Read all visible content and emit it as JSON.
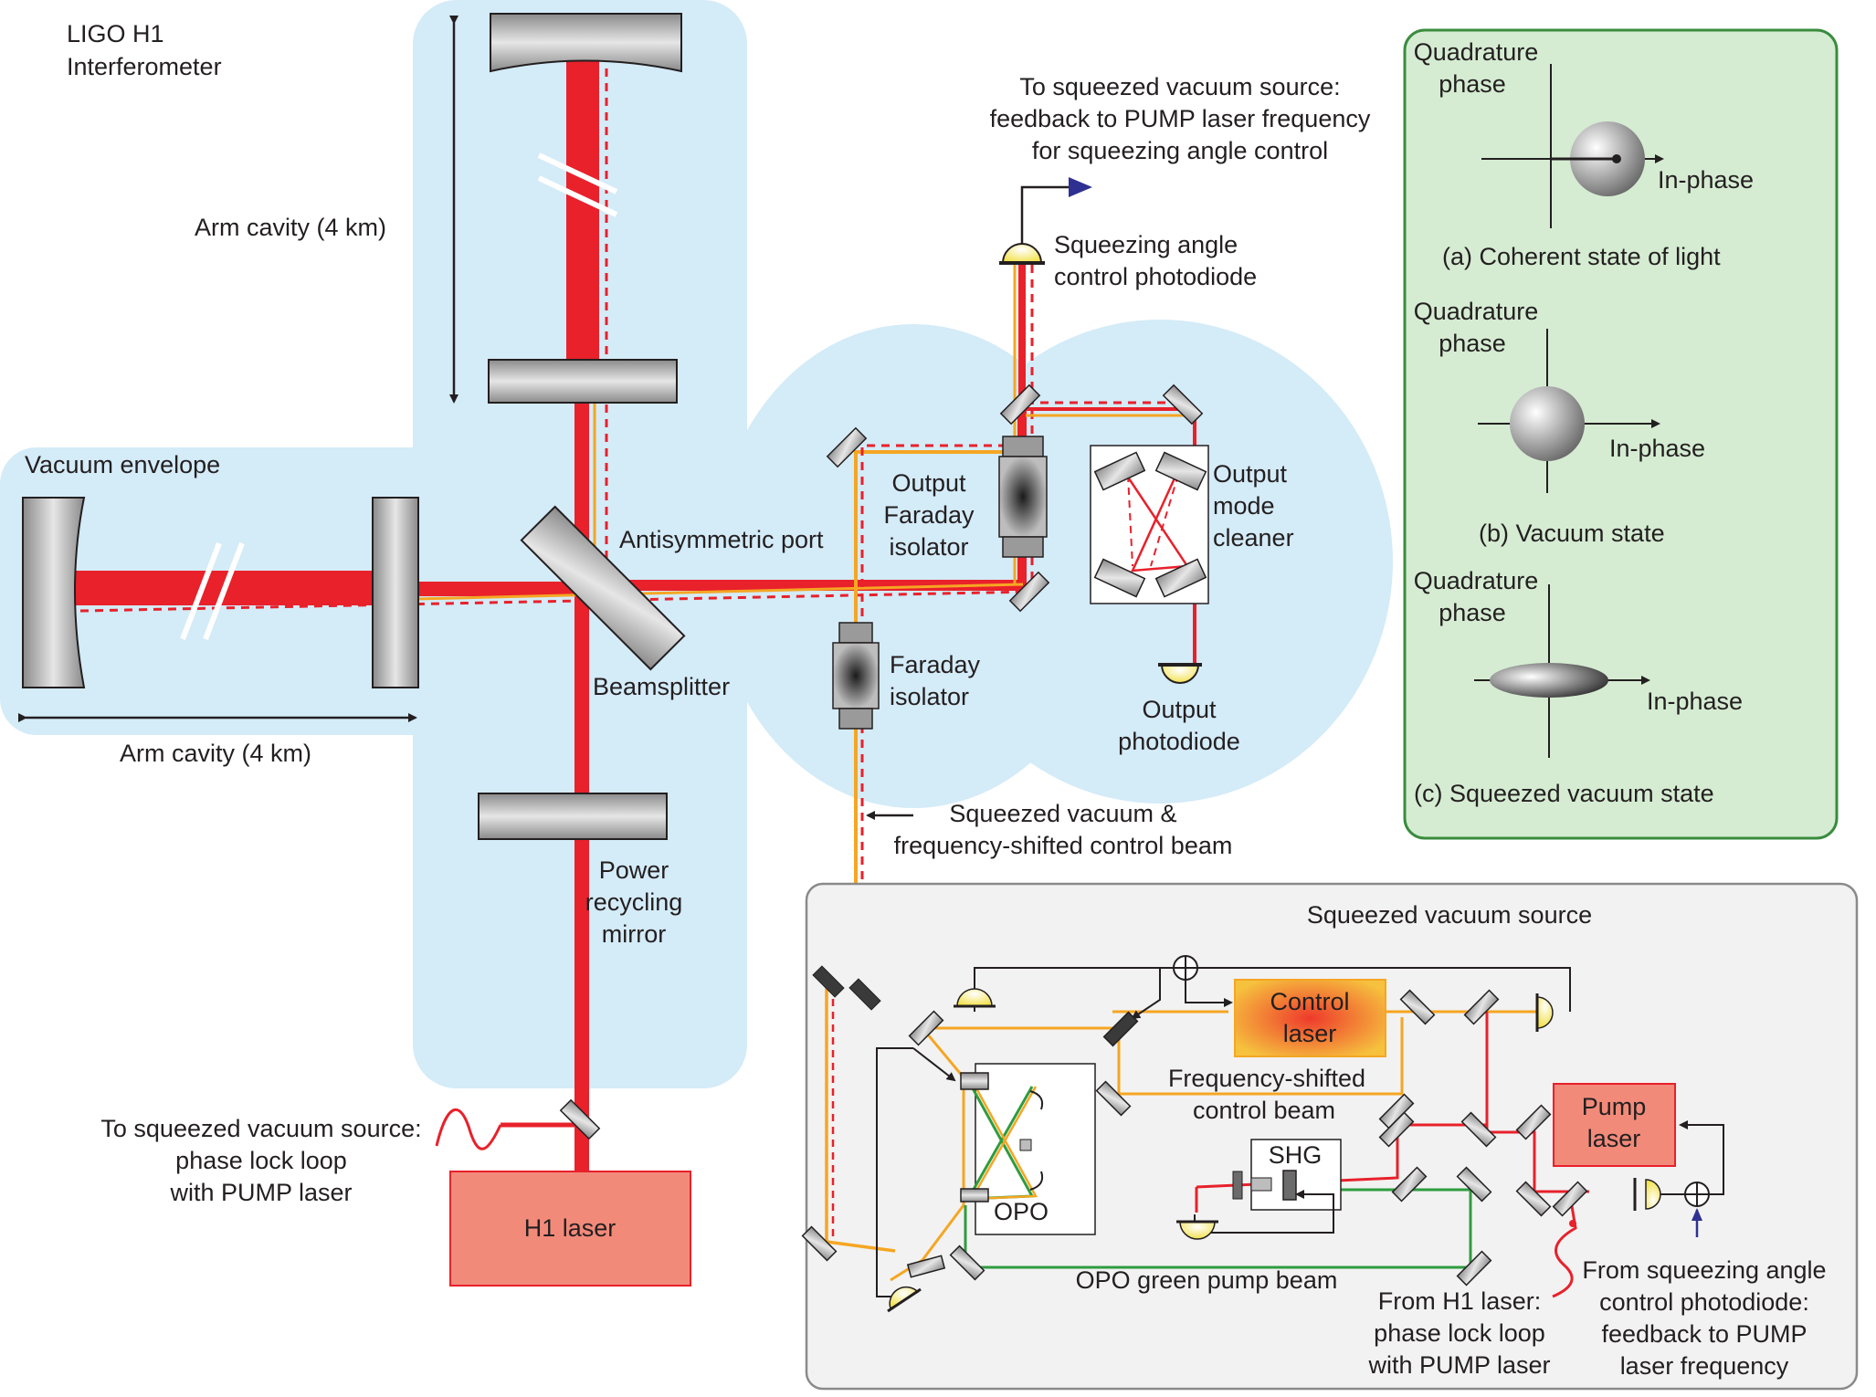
{
  "title": [
    "LIGO H1",
    "Interferometer"
  ],
  "labels": {
    "arm_cavity_vertical": "Arm cavity (4 km)",
    "arm_cavity_horizontal": "Arm cavity (4 km)",
    "vacuum_envelope": "Vacuum envelope",
    "beamsplitter": "Beamsplitter",
    "antisymmetric_port": "Antisymmetric port",
    "power_recycling": [
      "Power",
      "recycling",
      "mirror"
    ],
    "output_faraday": [
      "Output",
      "Faraday",
      "isolator"
    ],
    "faraday": [
      "Faraday",
      "isolator"
    ],
    "omc": [
      "Output",
      "mode",
      "cleaner"
    ],
    "output_photodiode": [
      "Output",
      "photodiode"
    ],
    "sq_angle_pd": [
      "Squeezing angle",
      "control photodiode"
    ],
    "to_sq_feedback": [
      "To squeezed vacuum source:",
      "feedback to PUMP laser frequency",
      "for squeezing angle control"
    ],
    "sq_vacuum_beam": [
      "Squeezed vacuum &",
      "frequency-shifted control beam"
    ],
    "to_sq_phaselock": [
      "To squeezed vacuum source:",
      "phase lock loop",
      "with PUMP laser"
    ],
    "h1_laser": "H1 laser",
    "sq_source_title": "Squeezed vacuum source",
    "control_laser": [
      "Control",
      "laser"
    ],
    "pump_laser": [
      "Pump",
      "laser"
    ],
    "freq_shifted_beam": [
      "Frequency-shifted",
      "control beam"
    ],
    "shg": "SHG",
    "opo": "OPO",
    "opo_green": "OPO green pump beam",
    "from_h1": [
      "From H1 laser:",
      "phase lock loop",
      "with PUMP laser"
    ],
    "from_sq_pd": [
      "From squeezing angle",
      "control photodiode:",
      "feedback to PUMP",
      "laser frequency"
    ]
  },
  "states_panel": {
    "axis_vertical": [
      "Quadrature",
      "phase"
    ],
    "axis_horizontal": "In-phase",
    "captions": [
      "(a) Coherent state of light",
      "(b) Vacuum state",
      "(c) Squeezed vacuum state"
    ]
  },
  "colors": {
    "vacuum": "#d4ebf8",
    "beam_red": "#e8212b",
    "beam_orange": "#f5a623",
    "beam_green": "#2e9c3f",
    "panel_green": "#d5ecd2",
    "panel_border": "#3a8c3e",
    "laser_salmon": "#f28a7a",
    "source_gray": "#f2f2f2",
    "arrow_blue": "#2e3192"
  }
}
